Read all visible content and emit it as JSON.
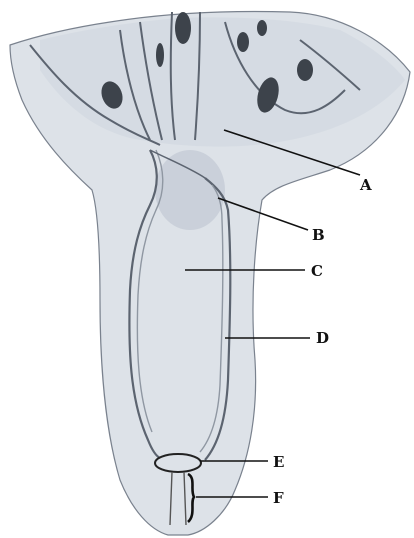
{
  "labels": {
    "a": "A",
    "b": "B",
    "c": "C",
    "d": "D",
    "e": "E",
    "f": "F"
  },
  "colors": {
    "tissue": "#dde2e8",
    "tissue_dark": "#c5ccd6",
    "outline": "#5c6470",
    "inner_line": "#8f97a2",
    "pulp_dark": "#3d434b",
    "leader": "#111111",
    "background": "#ffffff"
  }
}
